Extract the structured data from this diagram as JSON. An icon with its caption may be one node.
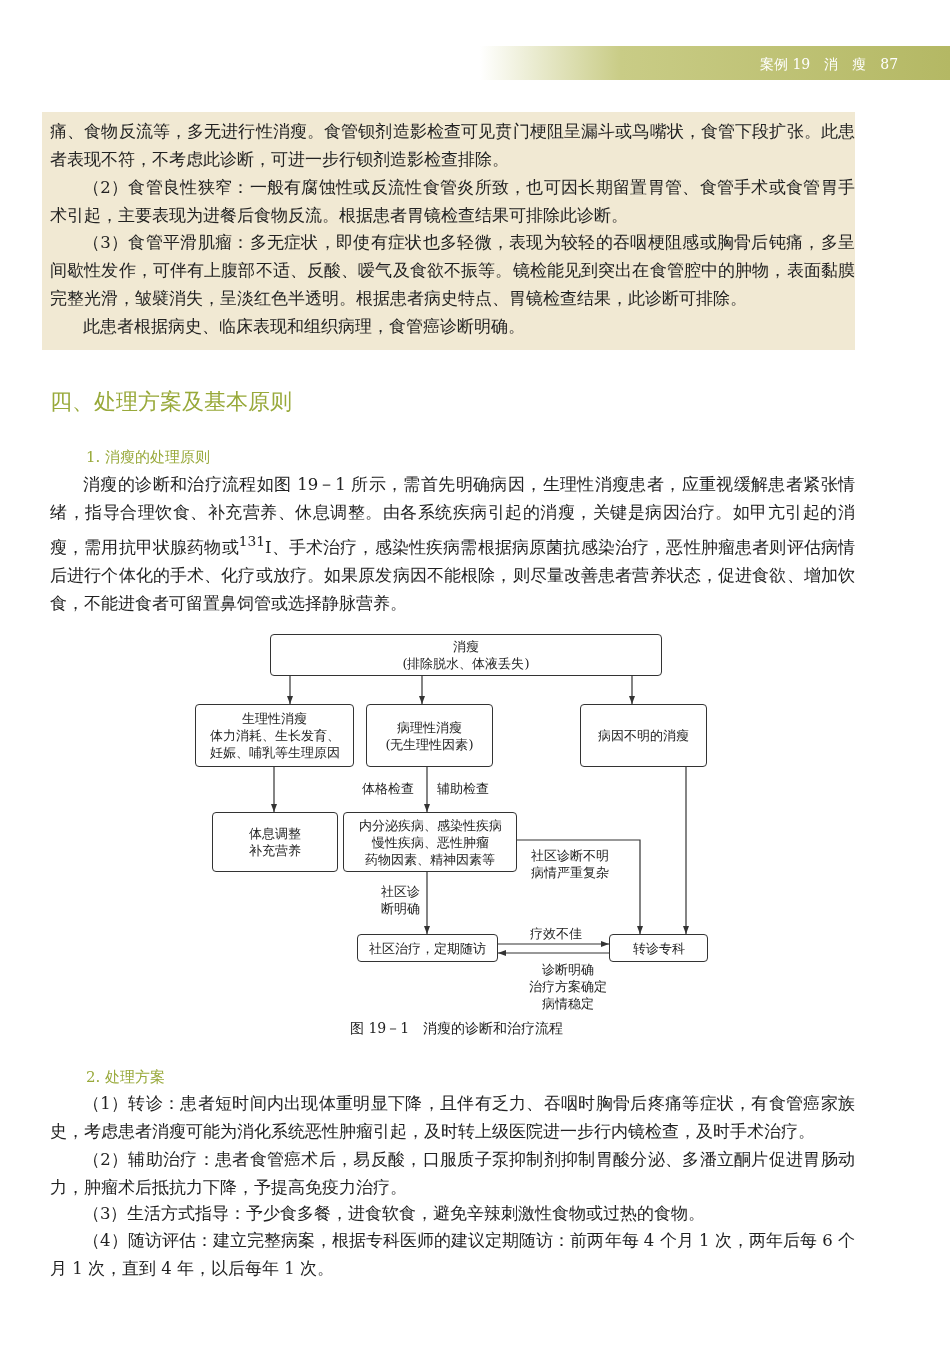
{
  "diagram": {
    "caption": "图 19－1　消瘦的诊断和治疗流程",
    "nodes": [
      {
        "text": [
          "消瘦",
          "(排除脱水、体液丢失)"
        ]
      },
      {
        "text": [
          "生理性消瘦",
          "体力消耗、生长发育、妊娠、哺乳等生理原因"
        ]
      },
      {
        "text": [
          "病理性消瘦",
          "(无生理性因素)"
        ]
      },
      {
        "text": [
          "病因不明的消瘦"
        ]
      },
      {
        "text": [
          "体息调整",
          "补充营养"
        ]
      },
      {
        "text": [
          "内分泌疾病、感染性疾病慢性疾病、恶性肿瘤药物因素、精神因素等"
        ]
      },
      {
        "text": [
          "社区治疗，定期随访"
        ]
      },
      {
        "text": [
          "转诊专科"
        ]
      }
    ],
    "edges": [
      {
        "from": 0,
        "to": 1,
        "arrow": "to"
      },
      {
        "from": 0,
        "to": 2,
        "arrow": "to"
      },
      {
        "from": 0,
        "to": 3,
        "arrow": "to"
      },
      {
        "from": 1,
        "to": 4,
        "arrow": "to"
      },
      {
        "from": 2,
        "to": 5,
        "arrow": "to",
        "label": "体格检查"
      },
      {
        "from": 5,
        "to": 7,
        "arrow": "to",
        "label": "社区诊断不明病情严重复杂"
      },
      {
        "from": 3,
        "to": 7,
        "arrow": "to"
      },
      {
        "from": 5,
        "to": 6,
        "arrow": "to",
        "label": "社区诊断明确"
      },
      {
        "from": 6,
        "to": 7,
        "arrow": "to",
        "label": "疗效不佳"
      },
      {
        "from": 7,
        "to": 6,
        "arrow": "to",
        "label": "诊断明确治疗方案确定病情稳定"
      }
    ],
    "labels": [
      "案例 19　消　瘦　87",
      "痛、食物反流等，多无进行性消瘦。食管钡剂造影检查可见贲门梗阻呈漏斗或鸟嘴状，食管下段扩张。此患者表现不符，不考虑此诊断，可进一步行钡剂造影检查排除。",
      "（2）食管良性狭窄：一般有腐蚀性或反流性食管炎所致，也可因长期留置胃管、食管手术或食管胃手术引起，主要表现为进餐后食物反流。根据患者胃镜检查结果可排除此诊断。",
      "（3）食管平滑肌瘤：多无症状，即使有症状也多轻微，表现为较轻的吞咽梗阻感或胸骨后钝痛，多呈间歇性发作，可伴有上腹部不适、反酸、嗳气及食欲不振等。镜检能见到突出在食管腔中的肿物，表面黏膜完整光滑，皱襞消失，呈淡红色半透明。根据患者病史特点、胃镜检查结果，此诊断可排除。",
      "此患者根据病史、临床表现和组织病理，食管癌诊断明确。",
      "四、处理方案及基本原则",
      "1. 消瘦的处理原则",
      "消瘦的诊断和治疗流程如图 19－1 所示，需首先明确病因，生理性消瘦患者，应重视缓解患者紧张情绪，指导合理饮食、补充营养、休息调整。由各系统疾病引起的消瘦，关键是病因治疗。如甲亢引起的消瘦，需用抗甲状腺药物或$^{131}$I、手术治疗，感染性疾病需根据病原菌抗感染治疗，恶性肿瘤患者则评估病情后进行个体化的手术、化疗或放疗。如果原发病因不能根除，则尽量改善患者营养状态，促进食欲、增加饮食，不能进食者可留置鼻饲管或选择静脉营养。",
      "辅助检查",
      "2. 处理方案",
      "（1）转诊：患者短时间内出现体重明显下降，且伴有乏力、吞咽时胸骨后疼痛等症状，有食管癌家族史，考虑患者消瘦可能为消化系统恶性肿瘤引起，及时转上级医院进一步行内镜检查，及时手术治疗。",
      "（2）辅助治疗：患者食管癌术后，易反酸，口服质子泵抑制剂抑制胃酸分泌、多潘立酮片促进胃肠动力，肿瘤术后抵抗力下降，予提高免疫力治疗。",
      "（3）生活方式指导：予少食多餐，进食软食，避免辛辣刺激性食物或过热的食物。",
      "（4）随访评估：建立完整病案，根据专科医师的建议定期随访：前两年每 4 个月 1 次，两年后每 6 个月 1 次，直到 4 年，以后每年 1 次。"
    ]
  }
}
